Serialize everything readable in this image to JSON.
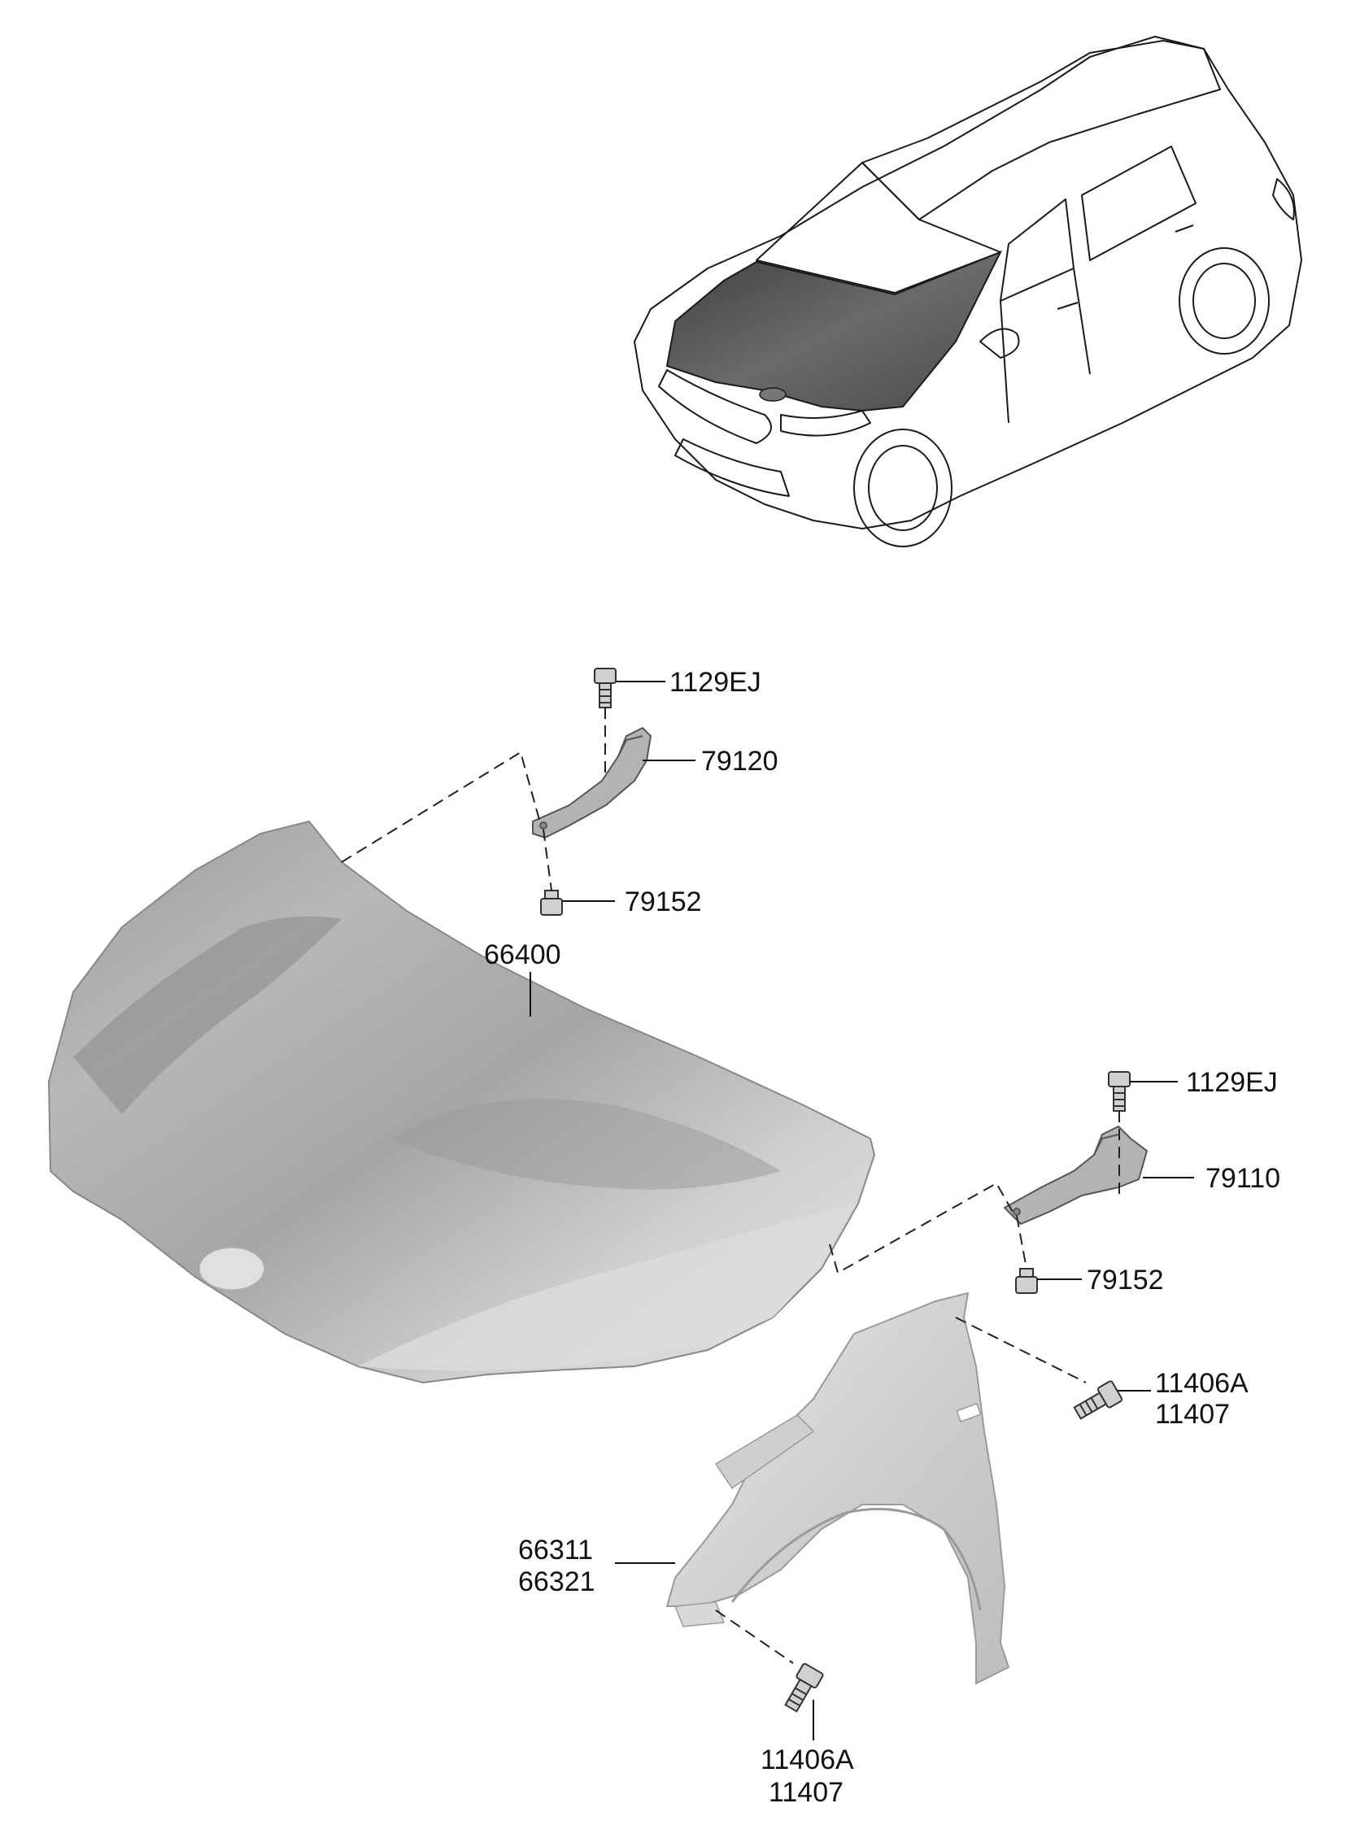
{
  "callouts": {
    "bolt_hinge_left": "1129EJ",
    "hinge_left": "79120",
    "nut_left": "79152",
    "hood": "66400",
    "bolt_hinge_right": "1129EJ",
    "hinge_right": "79110",
    "nut_right": "79152",
    "bolt_fender_upper_a": "11406A",
    "bolt_fender_upper_b": "11407",
    "fender_a": "66311",
    "fender_b": "66321",
    "bolt_fender_lower_a": "11406A",
    "bolt_fender_lower_b": "11407"
  },
  "colors": {
    "line": "#1a1a1a",
    "panel_light": "#e4e4e4",
    "panel_mid": "#c9c9c9",
    "panel_dark": "#8e8e8e",
    "car_highlight": "#555555"
  }
}
